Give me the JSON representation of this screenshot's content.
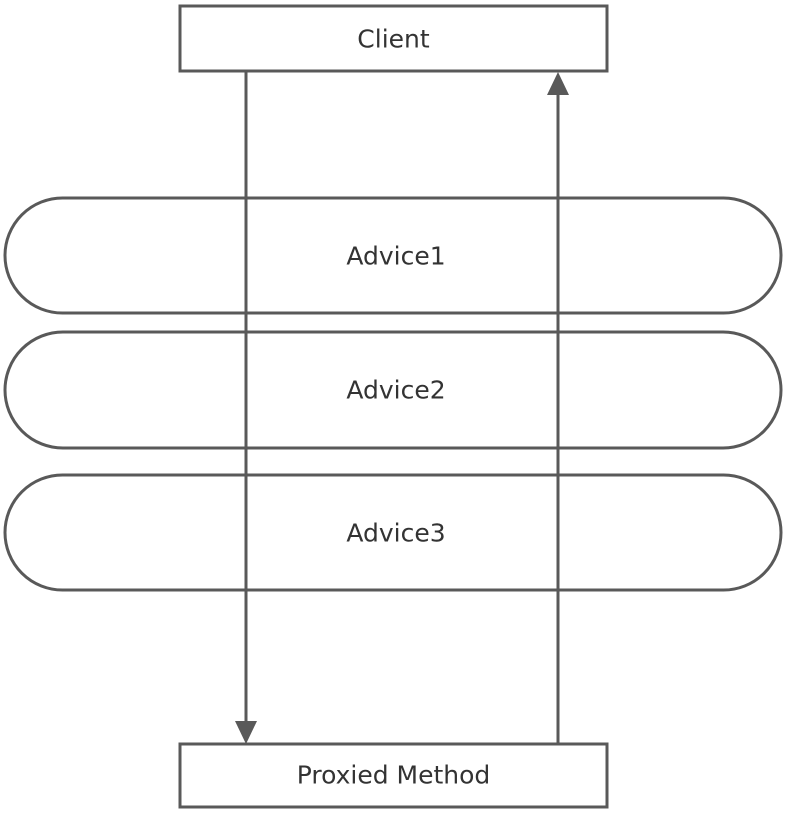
{
  "diagram": {
    "nodes": {
      "client": "Client",
      "advice1": "Advice1",
      "advice2": "Advice2",
      "advice3": "Advice3",
      "proxied_method": "Proxied Method"
    },
    "colors": {
      "stroke": "#595959",
      "text": "#333333",
      "background": "#ffffff"
    },
    "arrows": [
      {
        "from": "client",
        "to": "proxied_method",
        "direction": "down"
      },
      {
        "from": "proxied_method",
        "to": "client",
        "direction": "up"
      }
    ]
  }
}
